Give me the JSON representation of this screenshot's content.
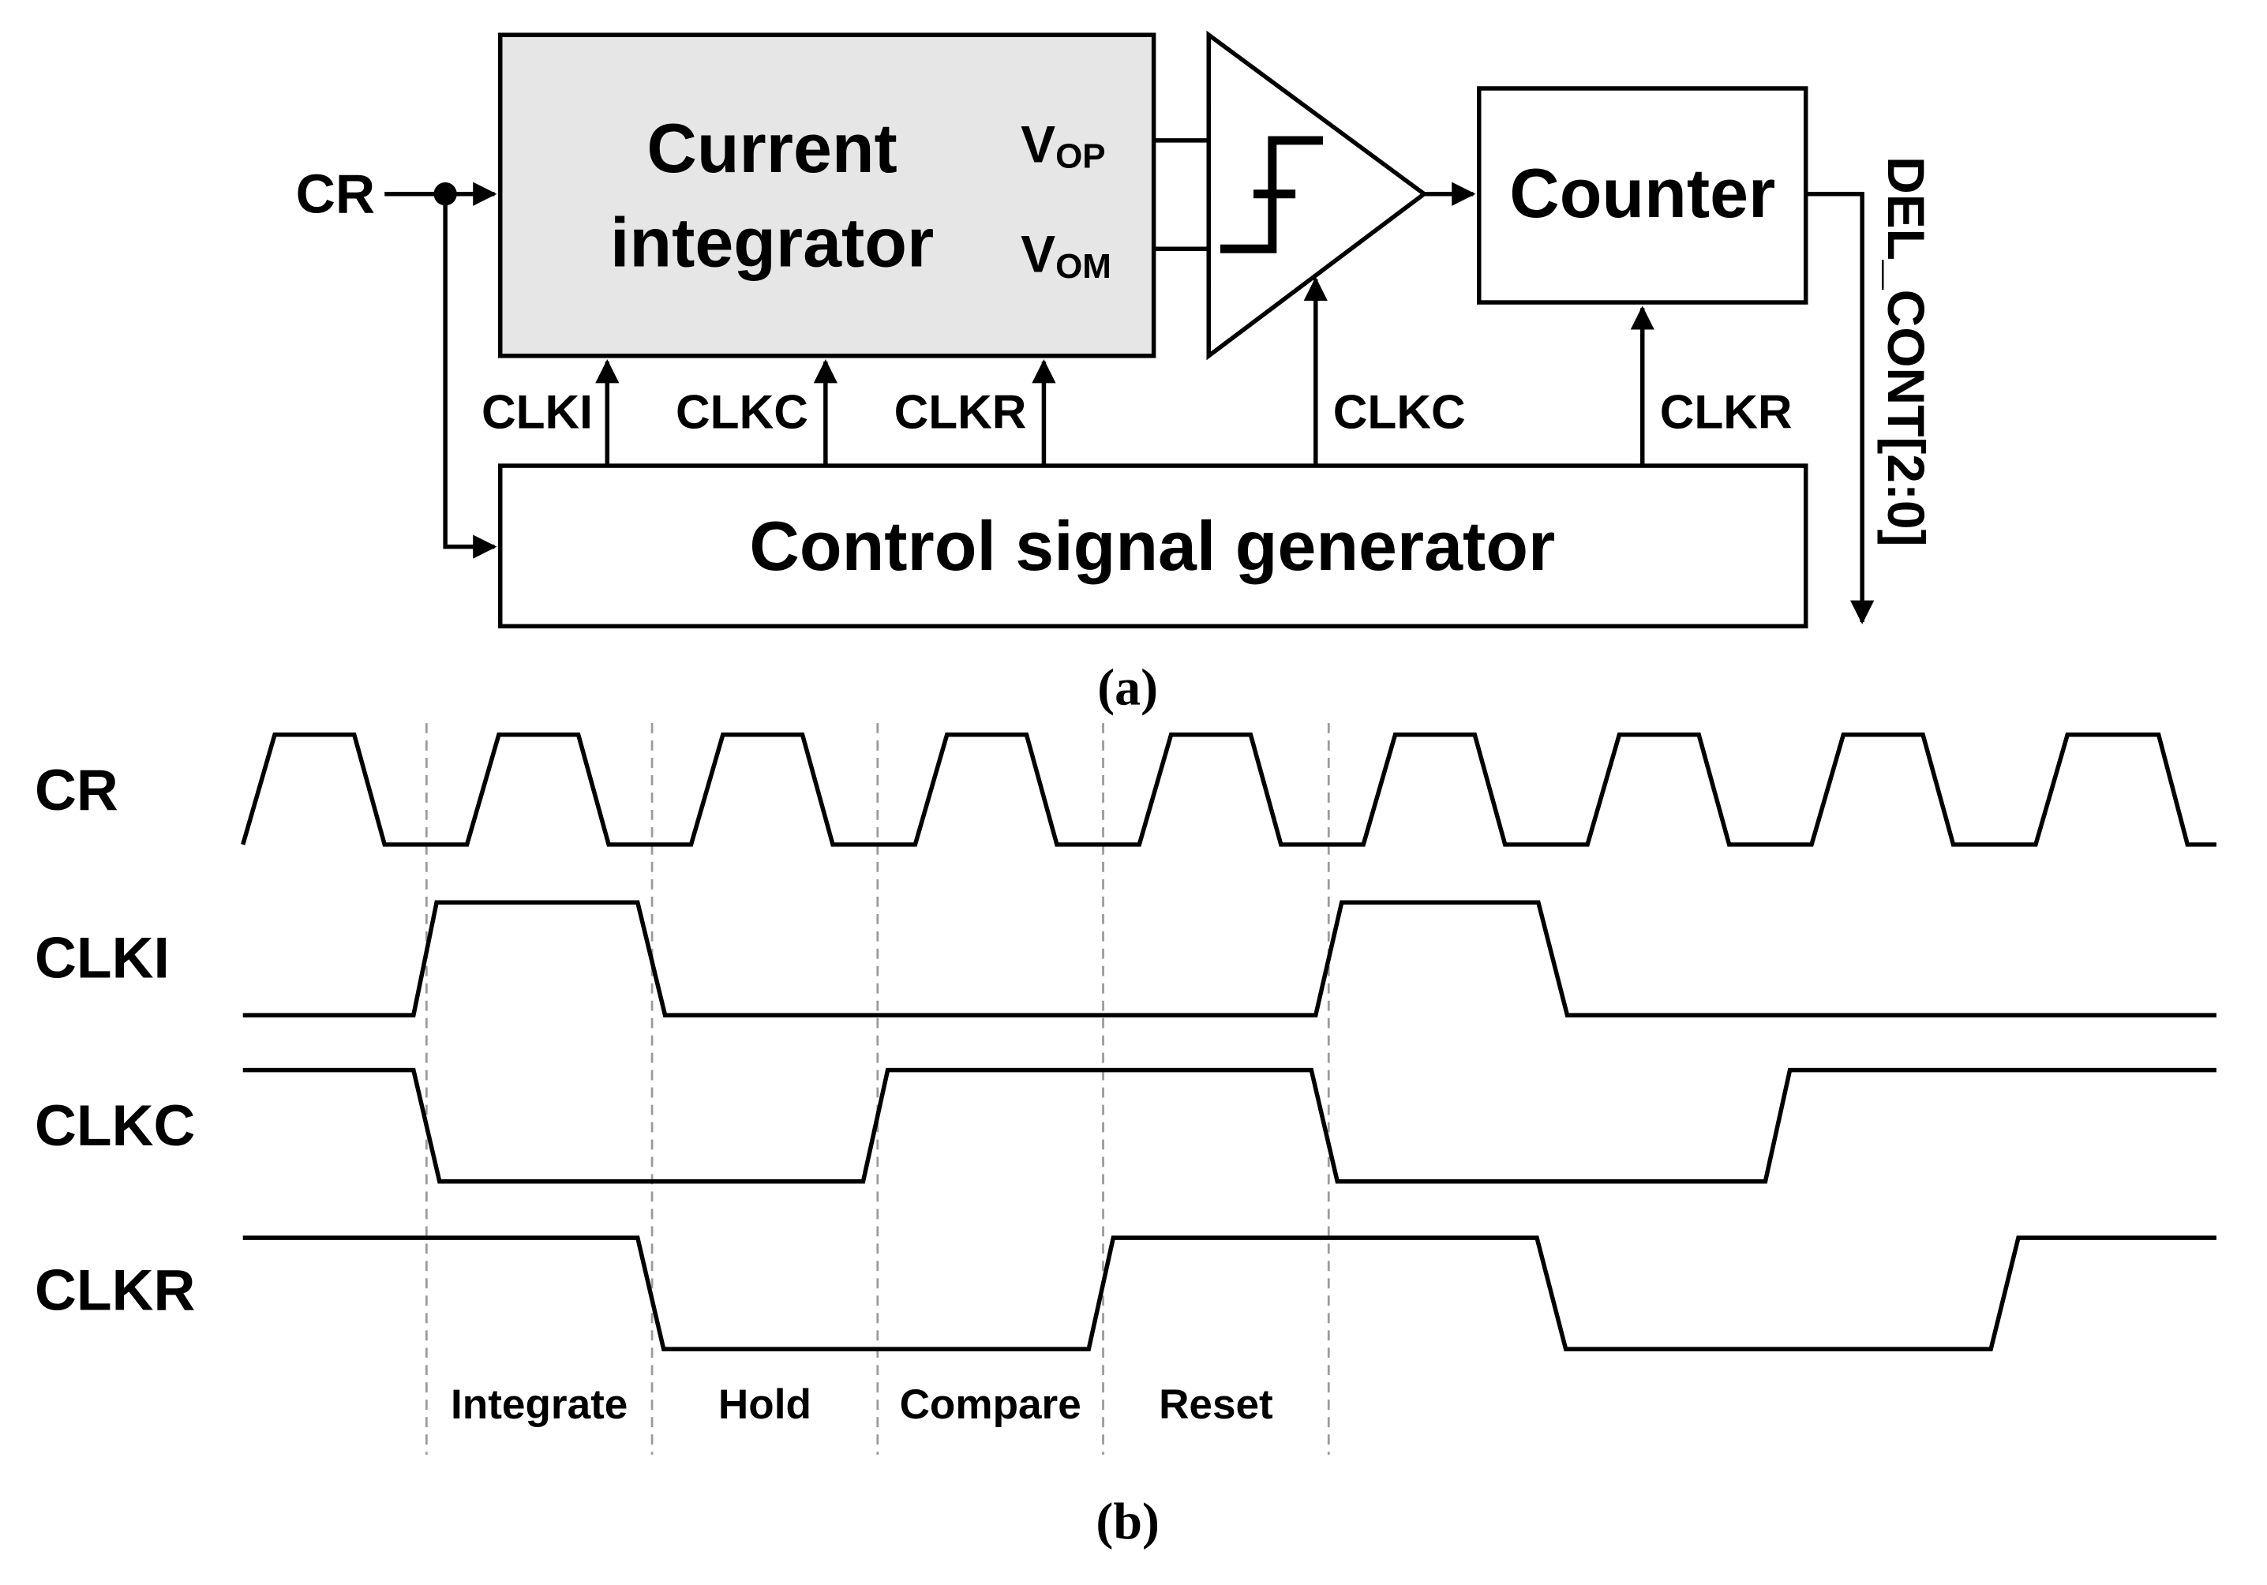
{
  "block_diagram": {
    "panel_label": "(a)",
    "input_label": "CR",
    "integrator": {
      "title_line1": "Current",
      "title_line2": "integrator",
      "vop_main": "V",
      "vop_sub": "OP",
      "vom_main": "V",
      "vom_sub": "OM",
      "fill_color": "#e6e6e6"
    },
    "comparator": {
      "icon": "hysteresis-comparator-icon"
    },
    "counter_label": "Counter",
    "control_label": "Control signal generator",
    "ctrl_clki": "CLKI",
    "ctrl_clkc": "CLKC",
    "ctrl_clkr": "CLKR",
    "ctrl_clkc_comp": "CLKC",
    "ctrl_clkr_counter": "CLKR",
    "output_label": "DEL_CONT[2:0]"
  },
  "timing_diagram": {
    "panel_label": "(b)",
    "signals": [
      {
        "name": "CR"
      },
      {
        "name": "CLKI"
      },
      {
        "name": "CLKC"
      },
      {
        "name": "CLKR"
      }
    ],
    "phases": [
      "Integrate",
      "Hold",
      "Compare",
      "Reset"
    ]
  },
  "colors": {
    "line": "#000000",
    "dashed": "#9a9a9a",
    "background": "#ffffff"
  }
}
